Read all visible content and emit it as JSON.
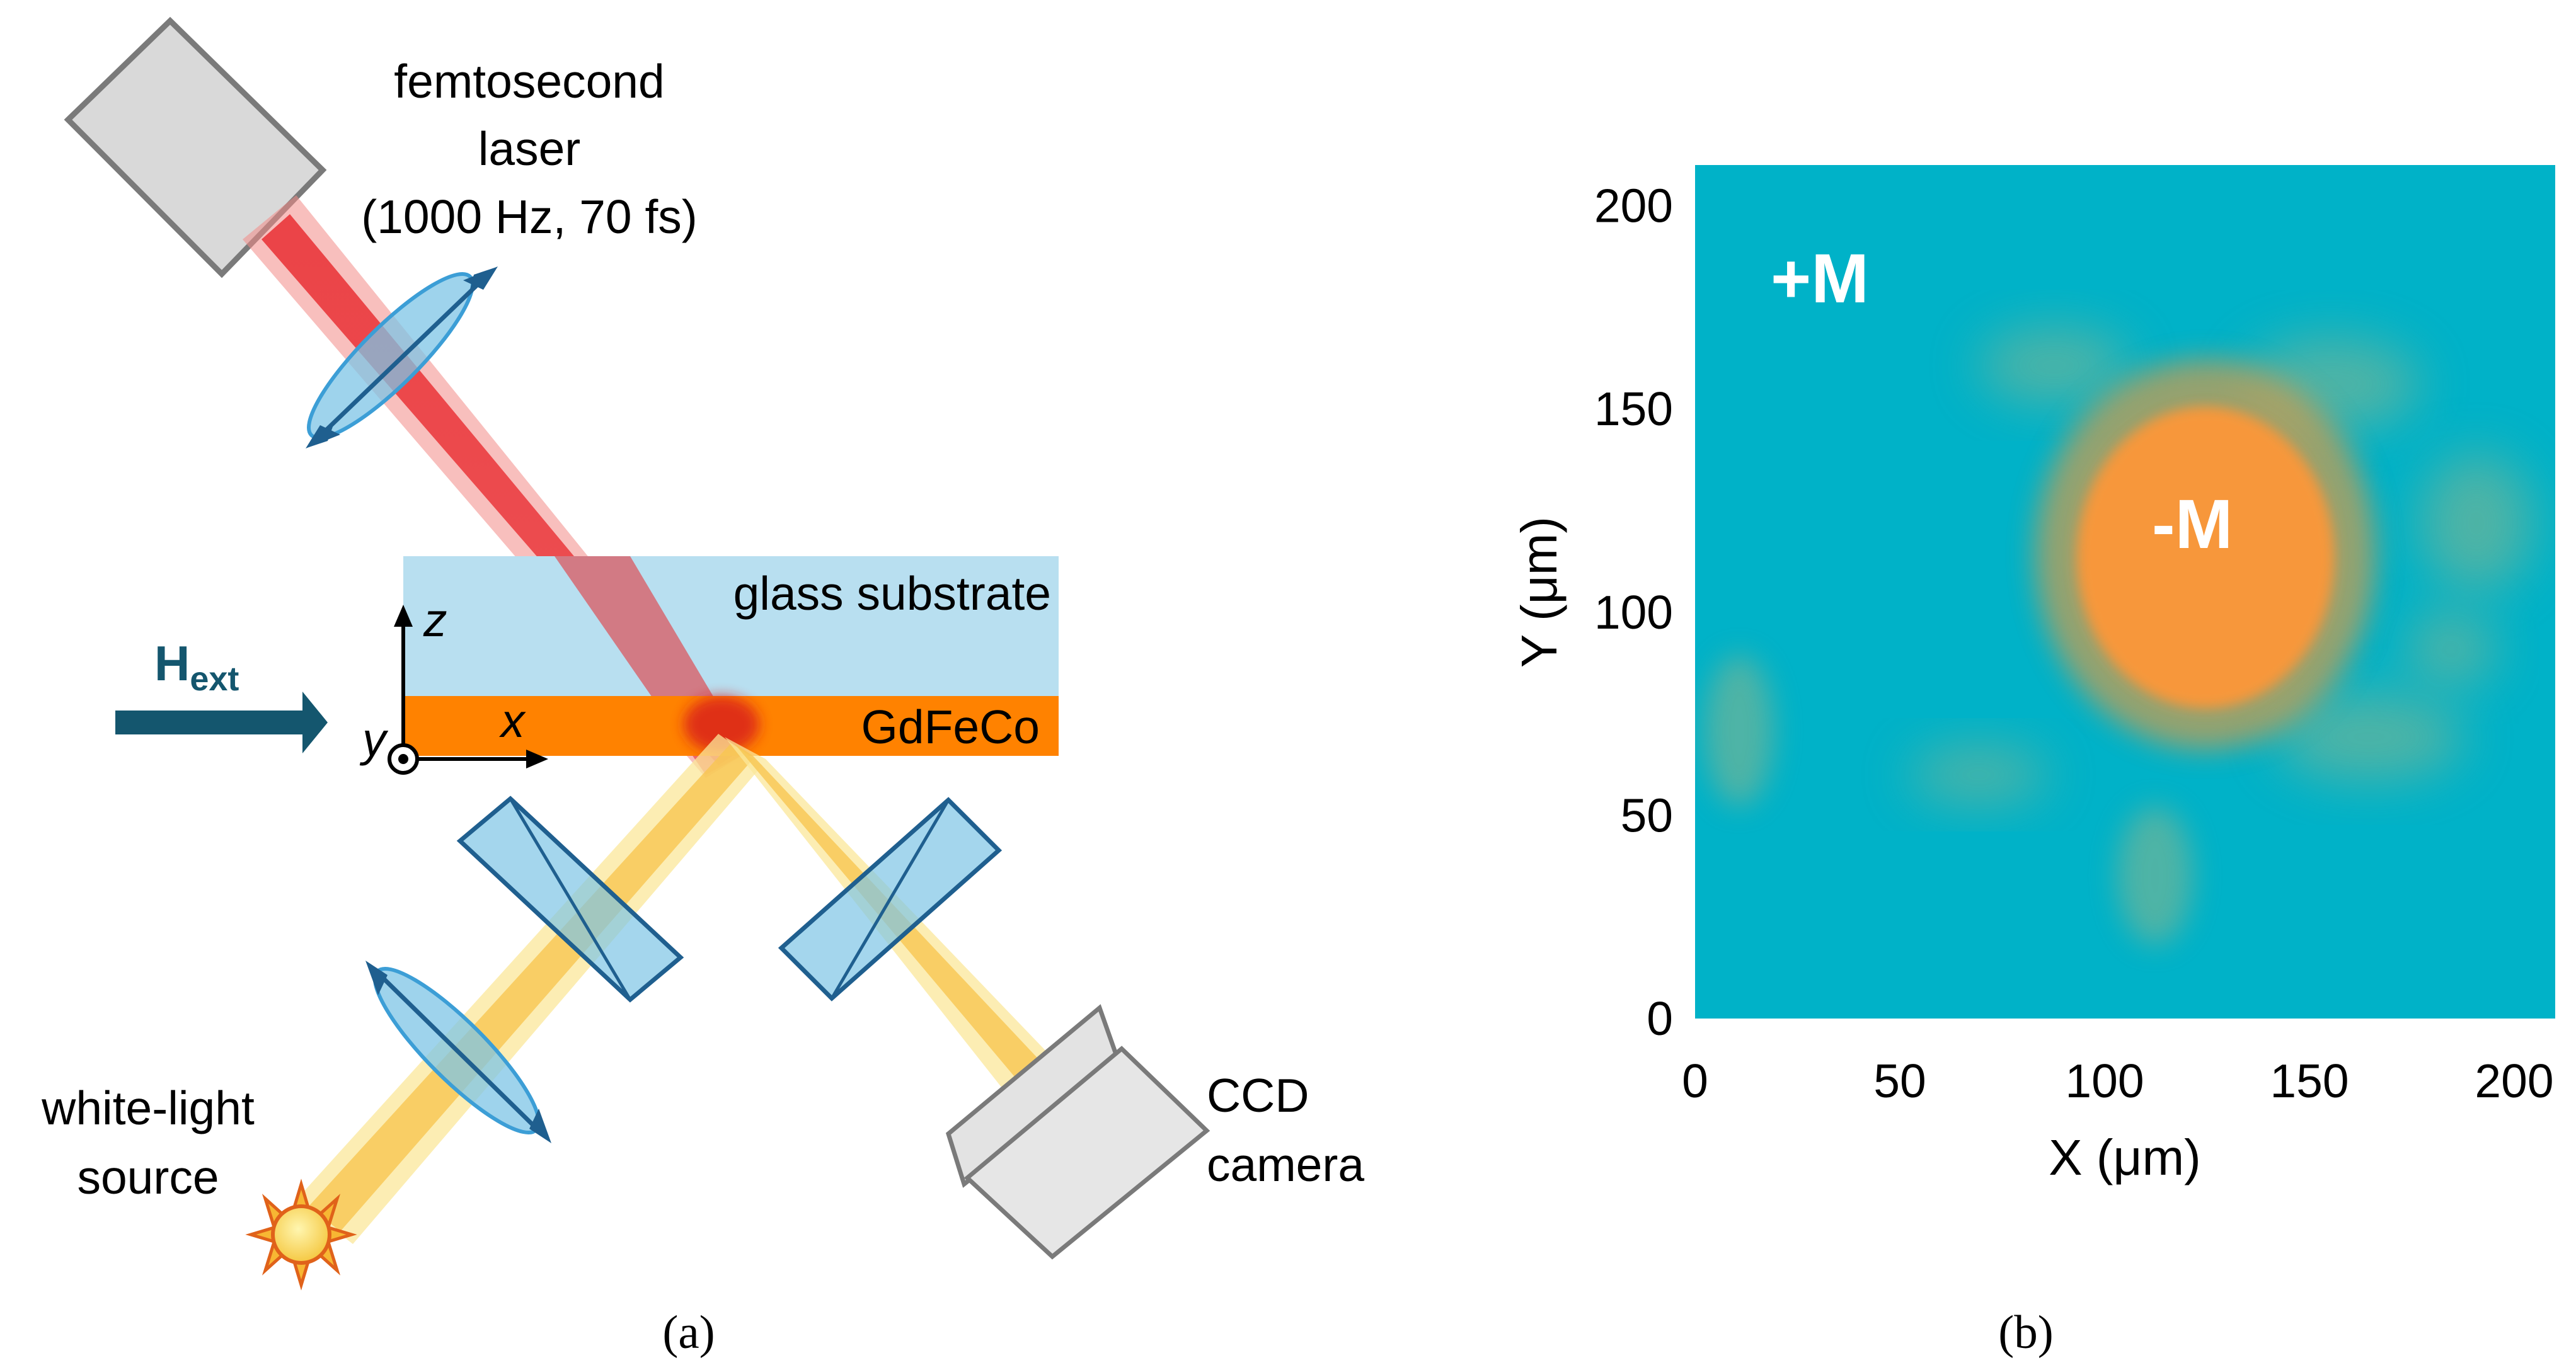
{
  "panel_a": {
    "caption": "(a)",
    "laser_label": [
      "femtosecond",
      "laser",
      "(1000 Hz, 70 fs)"
    ],
    "substrate_label": "glass substrate",
    "film_label": "GdFeCo",
    "field_label_main": "H",
    "field_label_sub": "ext",
    "axis_z": "z",
    "axis_x": "x",
    "axis_y": "y",
    "source_label": [
      "white-light",
      "source"
    ],
    "camera_label": [
      "CCD",
      "camera"
    ],
    "colors": {
      "laser": "#e8262b",
      "light_beam": "#f7c948",
      "substrate": "#b8dff0",
      "film": "#ff8200",
      "field_arrow": "#14566e",
      "optics": "#2b7ab5",
      "device": "#d9d9d9"
    }
  },
  "panel_b": {
    "caption": "(b)",
    "region_labels": {
      "outer": "+M",
      "inner": "-M"
    },
    "colors": {
      "background": "#00b2c8",
      "domain": "#f7973a"
    }
  },
  "chart_data": {
    "type": "heatmap",
    "xlabel": "X (μm)",
    "ylabel": "Y (μm)",
    "xlim": [
      0,
      210
    ],
    "ylim": [
      0,
      210
    ],
    "xticks": [
      0,
      50,
      100,
      150,
      200
    ],
    "yticks": [
      0,
      50,
      100,
      150,
      200
    ],
    "regions": [
      {
        "label": "+M",
        "color": "#00b2c8"
      },
      {
        "label": "-M",
        "color": "#f7973a",
        "center": [
          117,
          115
        ],
        "rx": 27,
        "ry": 32
      }
    ]
  }
}
